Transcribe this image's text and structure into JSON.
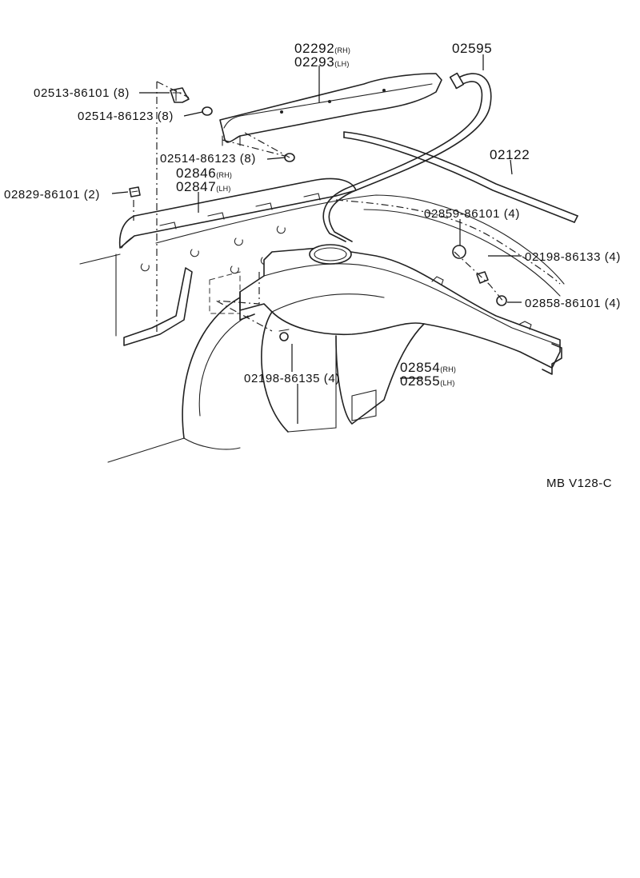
{
  "diagram_code": "MB V128-C",
  "parts": [
    {
      "id": "p02292",
      "number": "02292",
      "suffix": "(RH)"
    },
    {
      "id": "p02293",
      "number": "02293",
      "suffix": "(LH)"
    },
    {
      "id": "p02595",
      "number": "02595",
      "suffix": ""
    },
    {
      "id": "p02513",
      "number": "02513-86101 (8)",
      "suffix": ""
    },
    {
      "id": "p02514a",
      "number": "02514-86123 (8)",
      "suffix": ""
    },
    {
      "id": "p02514b",
      "number": "02514-86123 (8)",
      "suffix": ""
    },
    {
      "id": "p02122",
      "number": "02122",
      "suffix": ""
    },
    {
      "id": "p02846",
      "number": "02846",
      "suffix": "(RH)"
    },
    {
      "id": "p02847",
      "number": "02847",
      "suffix": "(LH)"
    },
    {
      "id": "p02829",
      "number": "02829-86101 (2)",
      "suffix": ""
    },
    {
      "id": "p02859",
      "number": "02859-86101 (4)",
      "suffix": ""
    },
    {
      "id": "p02198a",
      "number": "02198-86133 (4)",
      "suffix": ""
    },
    {
      "id": "p02858",
      "number": "02858-86101 (4)",
      "suffix": ""
    },
    {
      "id": "p02854",
      "number": "02854",
      "suffix": "(RH)"
    },
    {
      "id": "p02855",
      "number": "02855",
      "suffix": "(LH)"
    },
    {
      "id": "p02198b",
      "number": "02198-86135 (4)",
      "suffix": ""
    }
  ]
}
